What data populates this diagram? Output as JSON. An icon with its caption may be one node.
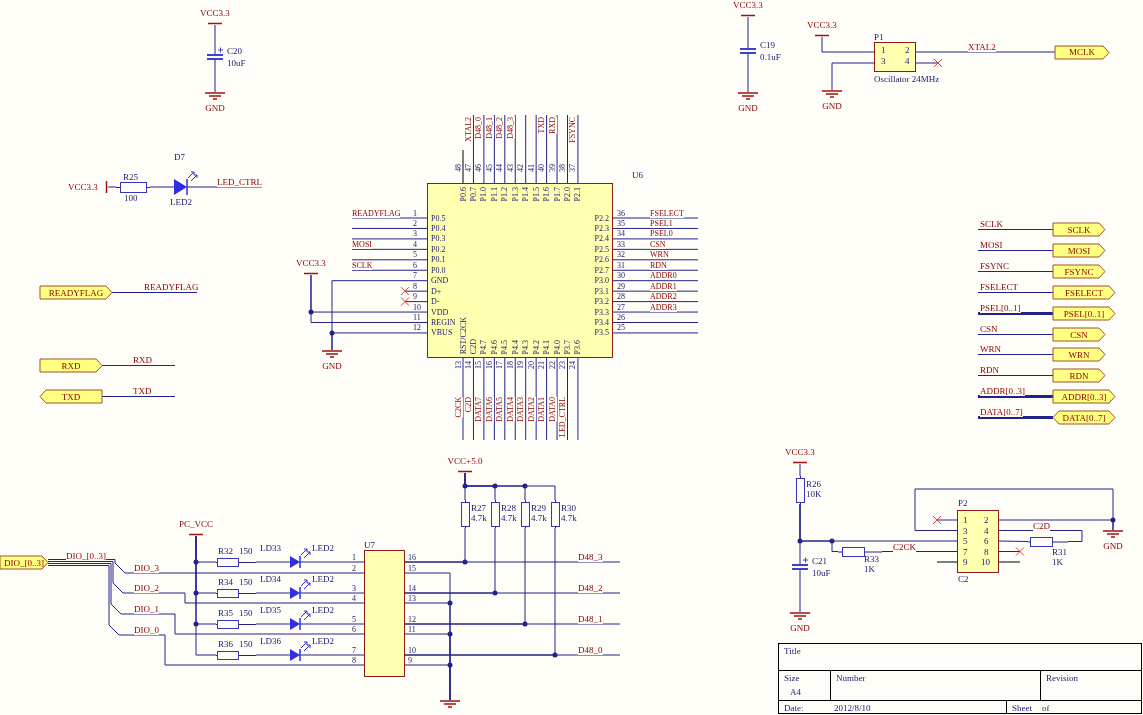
{
  "diagram": {
    "nodes": [
      {
        "text": [
          "VCC3.3"
        ]
      },
      {
        "text": [
          "C20",
          "10uF"
        ]
      },
      {
        "text": [
          "GND"
        ]
      },
      {
        "text": [
          "VCC3.3"
        ]
      },
      {
        "text": [
          "C19",
          "0.1uF"
        ]
      },
      {
        "text": [
          "GND"
        ]
      },
      {
        "text": [
          "VCC3.3"
        ]
      },
      {
        "text": [
          "P1",
          "1",
          "2",
          "3",
          "4"
        ],
        "beside": [
          "Oscillator 24MHz"
        ]
      },
      {
        "text": [
          "GND"
        ]
      },
      {
        "text": [
          "MCLK"
        ]
      },
      {
        "text": [
          "VCC3.3"
        ]
      },
      {
        "text": [
          "R25",
          "100"
        ]
      },
      {
        "text": [
          "D7",
          "LED2"
        ]
      },
      {
        "text": [
          "P0.5",
          "P0.4",
          "P0.3",
          "P0.2",
          "P0.1",
          "P0.0",
          "GND",
          "D+",
          "D-",
          "VDD",
          "REGIN",
          "VBUS",
          "RST/C2CK",
          "C2D",
          "P4.7",
          "P4.6",
          "P4.5",
          "P4.4",
          "P4.3",
          "P4.2",
          "P4.1",
          "P4.0",
          "P3.7",
          "P3.6",
          "P3.5",
          "P3.4",
          "P3.3",
          "P3.2",
          "P3.1",
          "P3.0",
          "P2.7",
          "P2.6",
          "P2.5",
          "P2.4",
          "P2.3",
          "P2.2",
          "P2.1",
          "P2.0",
          "P1.7",
          "P1.6",
          "P1.5",
          "P1.4",
          "P1.3",
          "P1.2",
          "P1.1",
          "P1.0",
          "P0.7",
          "P0.6"
        ],
        "beside": [
          "U6",
          "1",
          "2",
          "3",
          "4",
          "5",
          "6",
          "7",
          "8",
          "9",
          "10",
          "11",
          "12",
          "13",
          "14",
          "15",
          "16",
          "17",
          "18",
          "19",
          "20",
          "21",
          "22",
          "23",
          "24",
          "25",
          "26",
          "27",
          "28",
          "29",
          "30",
          "31",
          "32",
          "33",
          "34",
          "35",
          "36",
          "37",
          "38",
          "39",
          "40",
          "41",
          "42",
          "43",
          "44",
          "45",
          "46",
          "47",
          "48"
        ]
      },
      {
        "text": [
          "VCC3.3"
        ]
      },
      {
        "text": [
          "GND"
        ]
      },
      {
        "text": [
          "READYFLAG"
        ]
      },
      {
        "text": [
          "RXD"
        ]
      },
      {
        "text": [
          "TXD"
        ]
      },
      {
        "text": [
          "SCLK"
        ]
      },
      {
        "text": [
          "MOSI"
        ]
      },
      {
        "text": [
          "FSYNC"
        ]
      },
      {
        "text": [
          "FSELECT"
        ]
      },
      {
        "text": [
          "PSEL[0..1]"
        ]
      },
      {
        "text": [
          "CSN"
        ]
      },
      {
        "text": [
          "WRN"
        ]
      },
      {
        "text": [
          "RDN"
        ]
      },
      {
        "text": [
          "ADDR[0..3]"
        ]
      },
      {
        "text": [
          "DATA[0..7]"
        ]
      },
      {
        "text": [
          "DIO_[0..3]"
        ]
      },
      {
        "text": [
          "PC_VCC"
        ]
      },
      {
        "text": [
          "R32",
          "150"
        ]
      },
      {
        "text": [
          "R34",
          "150"
        ]
      },
      {
        "text": [
          "R35",
          "150"
        ]
      },
      {
        "text": [
          "R36",
          "150"
        ]
      },
      {
        "text": [
          "LD33",
          "LED2"
        ]
      },
      {
        "text": [
          "LD34",
          "LED2"
        ]
      },
      {
        "text": [
          "LD35",
          "LED2"
        ]
      },
      {
        "text": [
          "LD36",
          "LED2"
        ]
      },
      {
        "text": [
          "U7"
        ],
        "beside": [
          "1",
          "2",
          "3",
          "4",
          "5",
          "6",
          "7",
          "8",
          "9",
          "10",
          "11",
          "12",
          "13",
          "14",
          "15",
          "16"
        ]
      },
      {
        "text": [
          "VCC+5.0"
        ]
      },
      {
        "text": [
          "R27",
          "4.7k"
        ]
      },
      {
        "text": [
          "R28",
          "4.7k"
        ]
      },
      {
        "text": [
          "R29",
          "4.7k"
        ]
      },
      {
        "text": [
          "R30",
          "4.7k"
        ]
      },
      {
        "text": [],
        "shape": "ground"
      },
      {
        "text": [
          "VCC3.3"
        ]
      },
      {
        "text": [
          "R26",
          "10K"
        ]
      },
      {
        "text": [
          "C21",
          "10uF"
        ]
      },
      {
        "text": [
          "GND"
        ]
      },
      {
        "text": [
          "R33",
          "1K"
        ]
      },
      {
        "text": [
          "P2",
          "1",
          "2",
          "3",
          "4",
          "5",
          "6",
          "7",
          "8",
          "9",
          "10",
          "C2"
        ]
      },
      {
        "text": [
          "R31",
          "1K"
        ]
      },
      {
        "text": [
          "GND"
        ]
      }
    ],
    "edges": [
      {
        "from": 0,
        "to": 1,
        "arrow": "none"
      },
      {
        "from": 1,
        "to": 2,
        "arrow": "none"
      },
      {
        "from": 3,
        "to": 4,
        "arrow": "none"
      },
      {
        "from": 4,
        "to": 5,
        "arrow": "none"
      },
      {
        "from": 6,
        "to": 7,
        "arrow": "none"
      },
      {
        "from": 7,
        "to": 8,
        "arrow": "none"
      },
      {
        "from": 7,
        "to": 9,
        "arrow": "none",
        "label": "XTAL2"
      },
      {
        "from": 10,
        "to": 11,
        "arrow": "none"
      },
      {
        "from": 11,
        "to": 12,
        "arrow": "none"
      },
      {
        "from": 12,
        "to": null,
        "arrow": "none",
        "label": "LED_CTRL"
      },
      {
        "from": 16,
        "to": null,
        "arrow": "none",
        "label": "READYFLAG"
      },
      {
        "from": 17,
        "to": null,
        "arrow": "none",
        "label": "RXD"
      },
      {
        "from": 18,
        "to": null,
        "arrow": "none",
        "label": "TXD"
      },
      {
        "from": 13,
        "to": null,
        "arrow": "none",
        "label": "READYFLAG"
      },
      {
        "from": 13,
        "to": null,
        "arrow": "none"
      },
      {
        "from": 13,
        "to": null,
        "arrow": "none"
      },
      {
        "from": 13,
        "to": null,
        "arrow": "none",
        "label": "MOSI"
      },
      {
        "from": 13,
        "to": null,
        "arrow": "none"
      },
      {
        "from": 13,
        "to": null,
        "arrow": "none",
        "label": "SCLK"
      },
      {
        "from": 13,
        "to": 15,
        "arrow": "none"
      },
      {
        "from": 13,
        "to": 14,
        "arrow": "none"
      },
      {
        "from": 13,
        "to": 14,
        "arrow": "none"
      },
      {
        "from": 13,
        "to": 15,
        "arrow": "none"
      },
      {
        "from": 13,
        "to": null,
        "arrow": "none",
        "label": "C2CK"
      },
      {
        "from": 13,
        "to": null,
        "arrow": "none",
        "label": "C2D"
      },
      {
        "from": 13,
        "to": null,
        "arrow": "none",
        "label": "DATA7"
      },
      {
        "from": 13,
        "to": null,
        "arrow": "none",
        "label": "DATA6"
      },
      {
        "from": 13,
        "to": null,
        "arrow": "none",
        "label": "DATA5"
      },
      {
        "from": 13,
        "to": null,
        "arrow": "none",
        "label": "DATA4"
      },
      {
        "from": 13,
        "to": null,
        "arrow": "none",
        "label": "DATA3"
      },
      {
        "from": 13,
        "to": null,
        "arrow": "none",
        "label": "DATA2"
      },
      {
        "from": 13,
        "to": null,
        "arrow": "none",
        "label": "DATA1"
      },
      {
        "from": 13,
        "to": null,
        "arrow": "none",
        "label": "DATA0"
      },
      {
        "from": 13,
        "to": null,
        "arrow": "none",
        "label": "LED_CTRL"
      },
      {
        "from": 13,
        "to": null,
        "arrow": "none"
      },
      {
        "from": 13,
        "to": null,
        "arrow": "none",
        "label": "FSELECT"
      },
      {
        "from": 13,
        "to": null,
        "arrow": "none",
        "label": "PSEL1"
      },
      {
        "from": 13,
        "to": null,
        "arrow": "none",
        "label": "PSEL0"
      },
      {
        "from": 13,
        "to": null,
        "arrow": "none",
        "label": "CSN"
      },
      {
        "from": 13,
        "to": null,
        "arrow": "none",
        "label": "WRN"
      },
      {
        "from": 13,
        "to": null,
        "arrow": "none",
        "label": "RDN"
      },
      {
        "from": 13,
        "to": null,
        "arrow": "none",
        "label": "ADDR0"
      },
      {
        "from": 13,
        "to": null,
        "arrow": "none",
        "label": "ADDR1"
      },
      {
        "from": 13,
        "to": null,
        "arrow": "none",
        "label": "ADDR2"
      },
      {
        "from": 13,
        "to": null,
        "arrow": "none",
        "label": "ADDR3"
      },
      {
        "from": 13,
        "to": null,
        "arrow": "none"
      },
      {
        "from": 13,
        "to": null,
        "arrow": "none"
      },
      {
        "from": 13,
        "to": null,
        "arrow": "none",
        "label": "XTAL2"
      },
      {
        "from": 13,
        "to": null,
        "arrow": "none",
        "label": "D48_0"
      },
      {
        "from": 13,
        "to": null,
        "arrow": "none",
        "label": "D48_1"
      },
      {
        "from": 13,
        "to": null,
        "arrow": "none",
        "label": "D48_2"
      },
      {
        "from": 13,
        "to": null,
        "arrow": "none",
        "label": "D48_3"
      },
      {
        "from": 13,
        "to": null,
        "arrow": "none"
      },
      {
        "from": 13,
        "to": null,
        "arrow": "none"
      },
      {
        "from": 13,
        "to": null,
        "arrow": "none",
        "label": "TXD"
      },
      {
        "from": 13,
        "to": null,
        "arrow": "none",
        "label": "RXD"
      },
      {
        "from": 13,
        "to": null,
        "arrow": "none"
      },
      {
        "from": 13,
        "to": null,
        "arrow": "none",
        "label": "FSYNC"
      },
      {
        "from": null,
        "to": 19,
        "arrow": "none",
        "label": "SCLK"
      },
      {
        "from": null,
        "to": 20,
        "arrow": "none",
        "label": "MOSI"
      },
      {
        "from": null,
        "to": 21,
        "arrow": "none",
        "label": "FSYNC"
      },
      {
        "from": null,
        "to": 22,
        "arrow": "none",
        "label": "FSELECT"
      },
      {
        "from": null,
        "to": 23,
        "arrow": "none",
        "label": "PSEL[0..1]",
        "style": "thick"
      },
      {
        "from": null,
        "to": 24,
        "arrow": "none",
        "label": "CSN"
      },
      {
        "from": null,
        "to": 25,
        "arrow": "none",
        "label": "WRN"
      },
      {
        "from": null,
        "to": 26,
        "arrow": "none",
        "label": "RDN"
      },
      {
        "from": null,
        "to": 27,
        "arrow": "none",
        "label": "ADDR[0..3]",
        "style": "thick"
      },
      {
        "from": null,
        "to": 28,
        "arrow": "none",
        "label": "DATA[0..7]",
        "style": "thick"
      },
      {
        "from": 29,
        "to": 39,
        "arrow": "none",
        "label": "DIO_3"
      },
      {
        "from": 29,
        "to": 39,
        "arrow": "none",
        "label": "DIO_2"
      },
      {
        "from": 29,
        "to": 39,
        "arrow": "none",
        "label": "DIO_1"
      },
      {
        "from": 29,
        "to": 39,
        "arrow": "none",
        "label": "DIO_0"
      },
      {
        "from": 30,
        "to": 31,
        "arrow": "none"
      },
      {
        "from": 30,
        "to": 32,
        "arrow": "none"
      },
      {
        "from": 30,
        "to": 33,
        "arrow": "none"
      },
      {
        "from": 30,
        "to": 34,
        "arrow": "none"
      },
      {
        "from": 31,
        "to": 35,
        "arrow": "none"
      },
      {
        "from": 32,
        "to": 36,
        "arrow": "none"
      },
      {
        "from": 33,
        "to": 37,
        "arrow": "none"
      },
      {
        "from": 34,
        "to": 38,
        "arrow": "none"
      },
      {
        "from": 35,
        "to": 39,
        "arrow": "none"
      },
      {
        "from": 36,
        "to": 39,
        "arrow": "none"
      },
      {
        "from": 37,
        "to": 39,
        "arrow": "none"
      },
      {
        "from": 38,
        "to": 39,
        "arrow": "none"
      },
      {
        "from": 39,
        "to": null,
        "arrow": "none",
        "label": "D48_3"
      },
      {
        "from": 39,
        "to": 41,
        "arrow": "none"
      },
      {
        "from": 39,
        "to": 45,
        "arrow": "none"
      },
      {
        "from": 39,
        "to": null,
        "arrow": "none",
        "label": "D48_2"
      },
      {
        "from": 39,
        "to": 42,
        "arrow": "none"
      },
      {
        "from": 39,
        "to": 45,
        "arrow": "none"
      },
      {
        "from": 39,
        "to": null,
        "arrow": "none",
        "label": "D48_1"
      },
      {
        "from": 39,
        "to": 43,
        "arrow": "none"
      },
      {
        "from": 39,
        "to": 45,
        "arrow": "none"
      },
      {
        "from": 39,
        "to": null,
        "arrow": "none",
        "label": "D48_0"
      },
      {
        "from": 39,
        "to": 44,
        "arrow": "none"
      },
      {
        "from": 39,
        "to": 45,
        "arrow": "none"
      },
      {
        "from": 40,
        "to": 41,
        "arrow": "none"
      },
      {
        "from": 40,
        "to": 42,
        "arrow": "none"
      },
      {
        "from": 40,
        "to": 43,
        "arrow": "none"
      },
      {
        "from": 40,
        "to": 44,
        "arrow": "none"
      },
      {
        "from": 46,
        "to": 47,
        "arrow": "none"
      },
      {
        "from": 47,
        "to": 48,
        "arrow": "none"
      },
      {
        "from": 47,
        "to": 50,
        "arrow": "none"
      },
      {
        "from": 47,
        "to": 51,
        "arrow": "none"
      },
      {
        "from": 48,
        "to": 49,
        "arrow": "none"
      },
      {
        "from": 50,
        "to": 51,
        "arrow": "none",
        "label": "C2CK"
      },
      {
        "from": 51,
        "to": 53,
        "arrow": "none"
      },
      {
        "from": 51,
        "to": 53,
        "arrow": "none"
      },
      {
        "from": 51,
        "to": 52,
        "arrow": "none"
      },
      {
        "from": 52,
        "to": 51,
        "arrow": "none",
        "label": "C2D"
      }
    ],
    "labels": [
      "DIO_[0..3]",
      "Title",
      "Size",
      "Number",
      "Revision",
      "A4",
      "Date:",
      "2012/8/10",
      "Sheet",
      "of"
    ]
  }
}
